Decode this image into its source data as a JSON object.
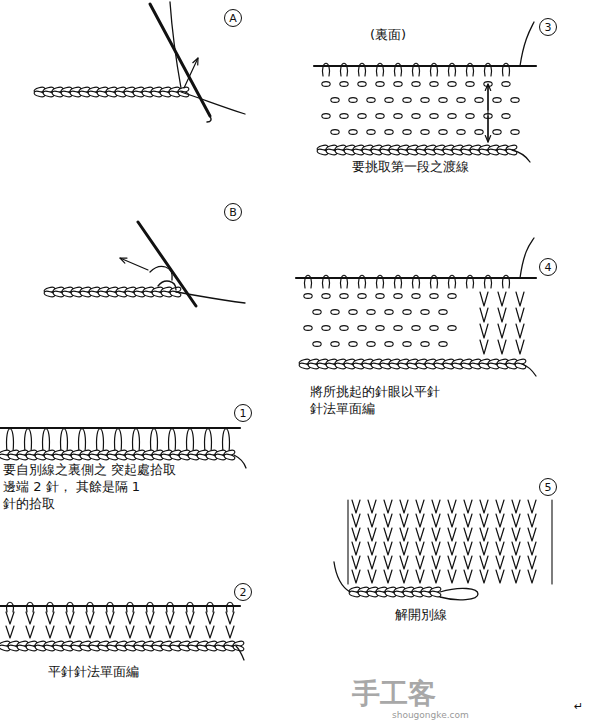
{
  "diagram": {
    "nodes": [
      {
        "text": [
          "A"
        ]
      },
      {
        "text": [
          "B"
        ]
      },
      {
        "text": [
          "1"
        ]
      },
      {
        "text": [
          "2"
        ]
      },
      {
        "text": [
          "3"
        ]
      },
      {
        "text": [
          "4"
        ]
      },
      {
        "text": [
          "5"
        ]
      }
    ],
    "labels": [
      "(裏面)",
      "要挑取第一段之渡線",
      "要自別線之裏側之 突起處拾取 邊端 2 針， 其餘是隔 1 針的拾取",
      "將所挑起的針眼以平針 針法單面編",
      "平針針法單面編",
      "解開別線",
      "手工客",
      "shougongke.com",
      "↵"
    ]
  }
}
